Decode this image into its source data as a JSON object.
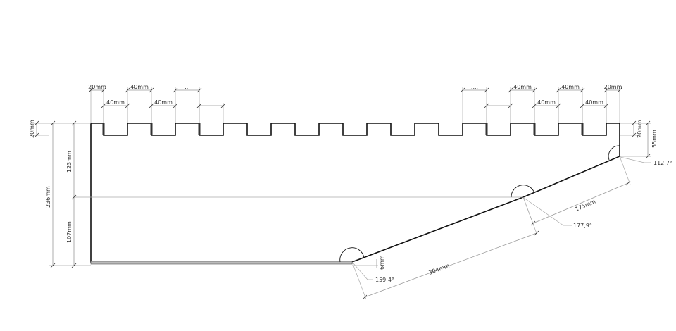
{
  "drawing": {
    "top_dims_left": [
      "20mm",
      "40mm",
      "40mm",
      "40mm",
      "...",
      "..."
    ],
    "top_dims_right": [
      "....",
      "...",
      "40mm",
      "40mm",
      "40mm",
      "40mm",
      "20mm"
    ],
    "left_dims": {
      "tooth_height": "20mm",
      "total_height": "236mm",
      "upper_height": "123mm",
      "lower_height": "107mm"
    },
    "right_dims": {
      "tooth_height": "20mm",
      "edge_height": "55mm"
    },
    "bottom": {
      "thickness": "6mm",
      "segment_long": "304mm",
      "segment_short": "175mm"
    },
    "angles": {
      "bottom_bend": "159,4°",
      "middle_bend": "177,9°",
      "top_bend": "112,7°"
    }
  }
}
